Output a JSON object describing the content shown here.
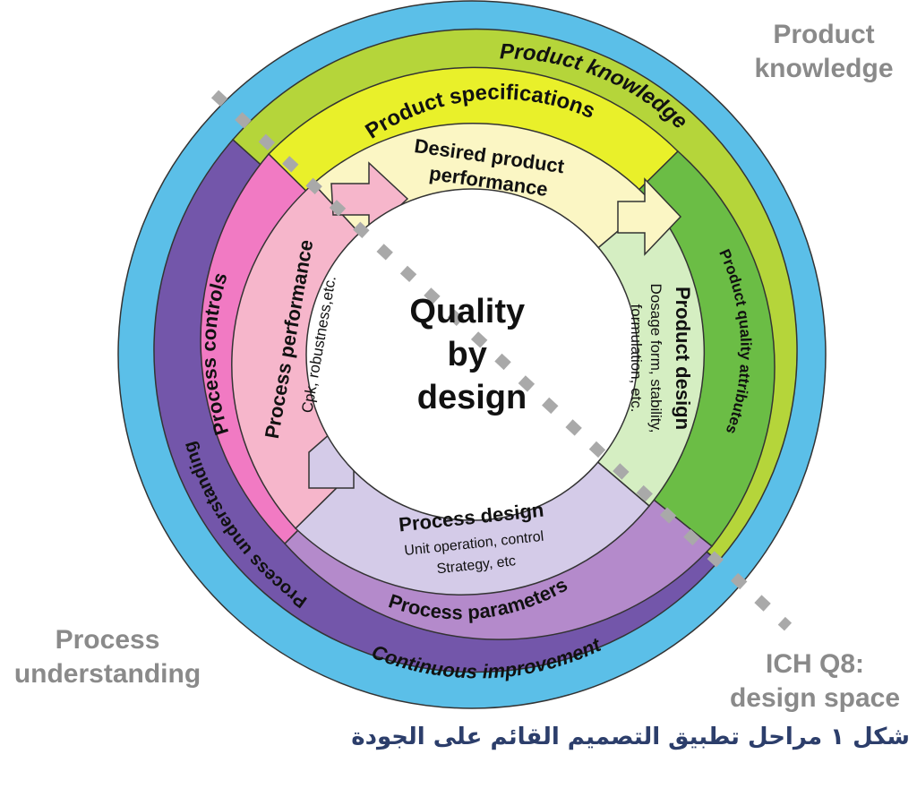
{
  "colors": {
    "blue": "#5bbfe8",
    "lime": "#b5d53a",
    "yellow": "#e9f02a",
    "green": "#6bbd45",
    "purple_dark": "#7356aa",
    "purple_mid": "#b48acb",
    "magenta": "#f17ac3",
    "pink_light": "#f6b6cb",
    "cream": "#fbf6c4",
    "green_light": "#d5eec2",
    "lavender": "#d4cbe8",
    "dashes": "#a9a9a9"
  },
  "corners": {
    "top_right": [
      "Product",
      "knowledge"
    ],
    "bottom_left": [
      "Process",
      "understanding"
    ],
    "bottom_right": [
      "ICH Q8:",
      "design space"
    ]
  },
  "rings": {
    "outer_top": "Product knowledge",
    "outer_bottom": "Continuous improvement",
    "outer_left": "Process understanding",
    "specifications": "Product specifications",
    "quality_attributes": "Product quality attributes",
    "controls": "Process controls",
    "parameters": "Process parameters"
  },
  "arrows": {
    "desired": [
      "Desired product",
      "performance"
    ],
    "product_design_title": "Product design",
    "product_design_sub": [
      "Dosage form, stability,",
      "formulation, etc."
    ],
    "process_design_title": "Process design",
    "process_design_sub": [
      "Unit operation, control",
      "Strategy, etc"
    ],
    "process_performance_title": "Process performance",
    "process_performance_sub": "Cpk, robustness,etc."
  },
  "center": [
    "Quality",
    "by",
    "design"
  ],
  "caption": "شكل ١ مراحل تطبيق التصميم القائم على الجودة"
}
